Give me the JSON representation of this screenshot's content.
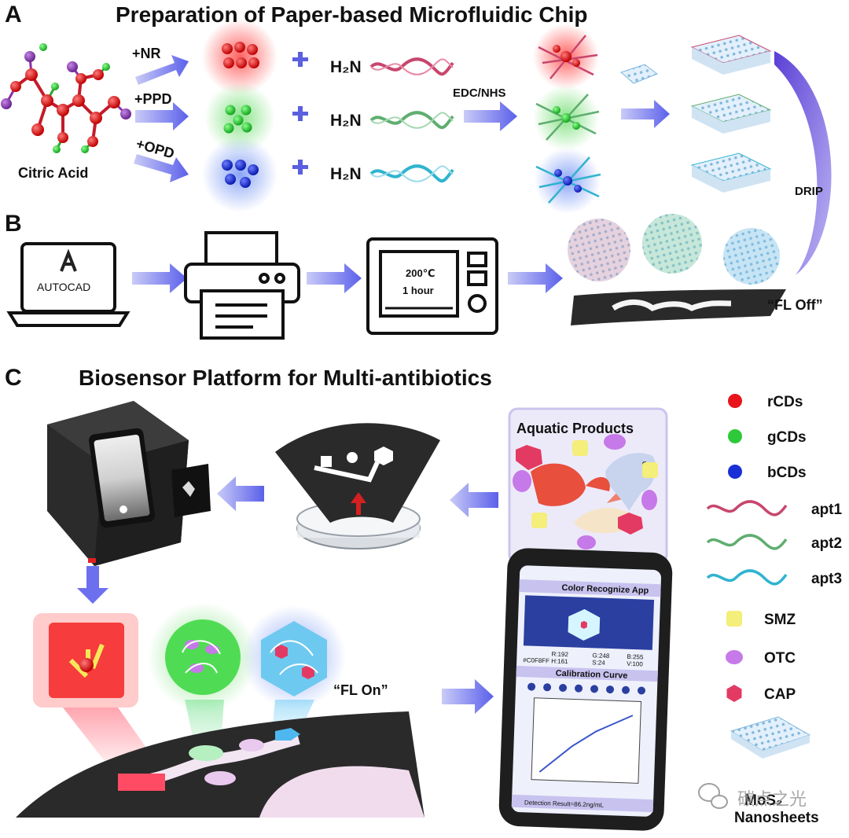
{
  "panel_a": {
    "letter": "A",
    "title": "Preparation of Paper-based Microfluidic Chip",
    "molecule_label": "Citric Acid",
    "reagents": [
      "+NR",
      "+PPD",
      "+OPD"
    ],
    "amine_label": "H₂N",
    "coupling_label": "EDC/NHS",
    "drip_label": "DRIP"
  },
  "panel_b": {
    "letter": "B",
    "laptop_label": "AUTOCAD",
    "oven_temp": "200℃",
    "oven_time": "1 hour",
    "fl_off": "“FL Off”"
  },
  "panel_c": {
    "letter": "C",
    "title": "Biosensor Platform for Multi-antibiotics",
    "aquatic_label": "Aquatic Products",
    "fl_on": "“FL On”",
    "app": {
      "title": "Color Recognize App",
      "values": [
        "R:192",
        "G:248",
        "B:255",
        "H:161",
        "S:24",
        "V:100",
        "#C0F8FF"
      ],
      "calibration_title": "Calibration Curve",
      "result": "Detection Result=86.2ng/mL"
    }
  },
  "legend": [
    {
      "label": "rCDs",
      "icon": "red-dot",
      "color": "#e8141c"
    },
    {
      "label": "gCDs",
      "icon": "green-dot",
      "color": "#2ec93a"
    },
    {
      "label": "bCDs",
      "icon": "blue-dot",
      "color": "#1a2fd6"
    },
    {
      "label": "apt1",
      "icon": "aptamer-helix",
      "color": "#c8466e"
    },
    {
      "label": "apt2",
      "icon": "aptamer-helix",
      "color": "#5fae70"
    },
    {
      "label": "apt3",
      "icon": "aptamer-helix",
      "color": "#2fb4cf"
    },
    {
      "label": "SMZ",
      "icon": "yellow-square",
      "color": "#f4ee7a"
    },
    {
      "label": "OTC",
      "icon": "purple-oval",
      "color": "#c679e8"
    },
    {
      "label": "CAP",
      "icon": "pink-hexagon",
      "color": "#e33a63"
    }
  ],
  "legend_nanosheet": [
    "MoS₂",
    "Nanosheets"
  ],
  "watermark": "碳点之光",
  "colors": {
    "arrow": "#7b7ff0",
    "red": "#e8141c",
    "green": "#2ec93a",
    "blue": "#1a2fd6",
    "panel": "#eceaf9"
  }
}
